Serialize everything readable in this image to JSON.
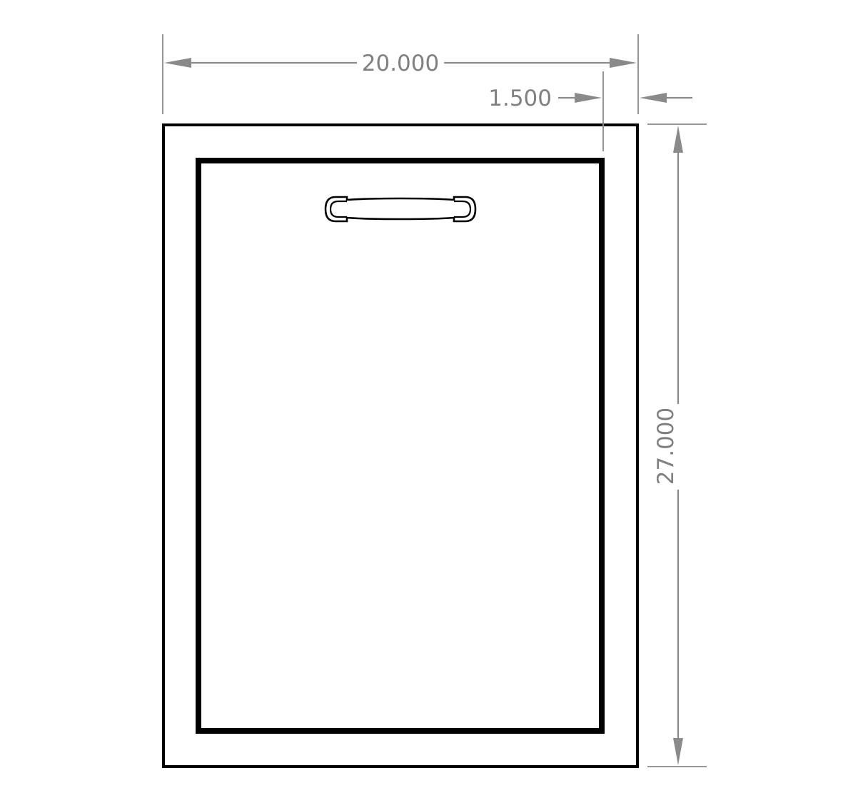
{
  "dimensions": {
    "width": "20.000",
    "frame": "1.500",
    "height": "27.000"
  },
  "colors": {
    "outline": "#000000",
    "dimension": "#808080",
    "background": "#ffffff"
  }
}
